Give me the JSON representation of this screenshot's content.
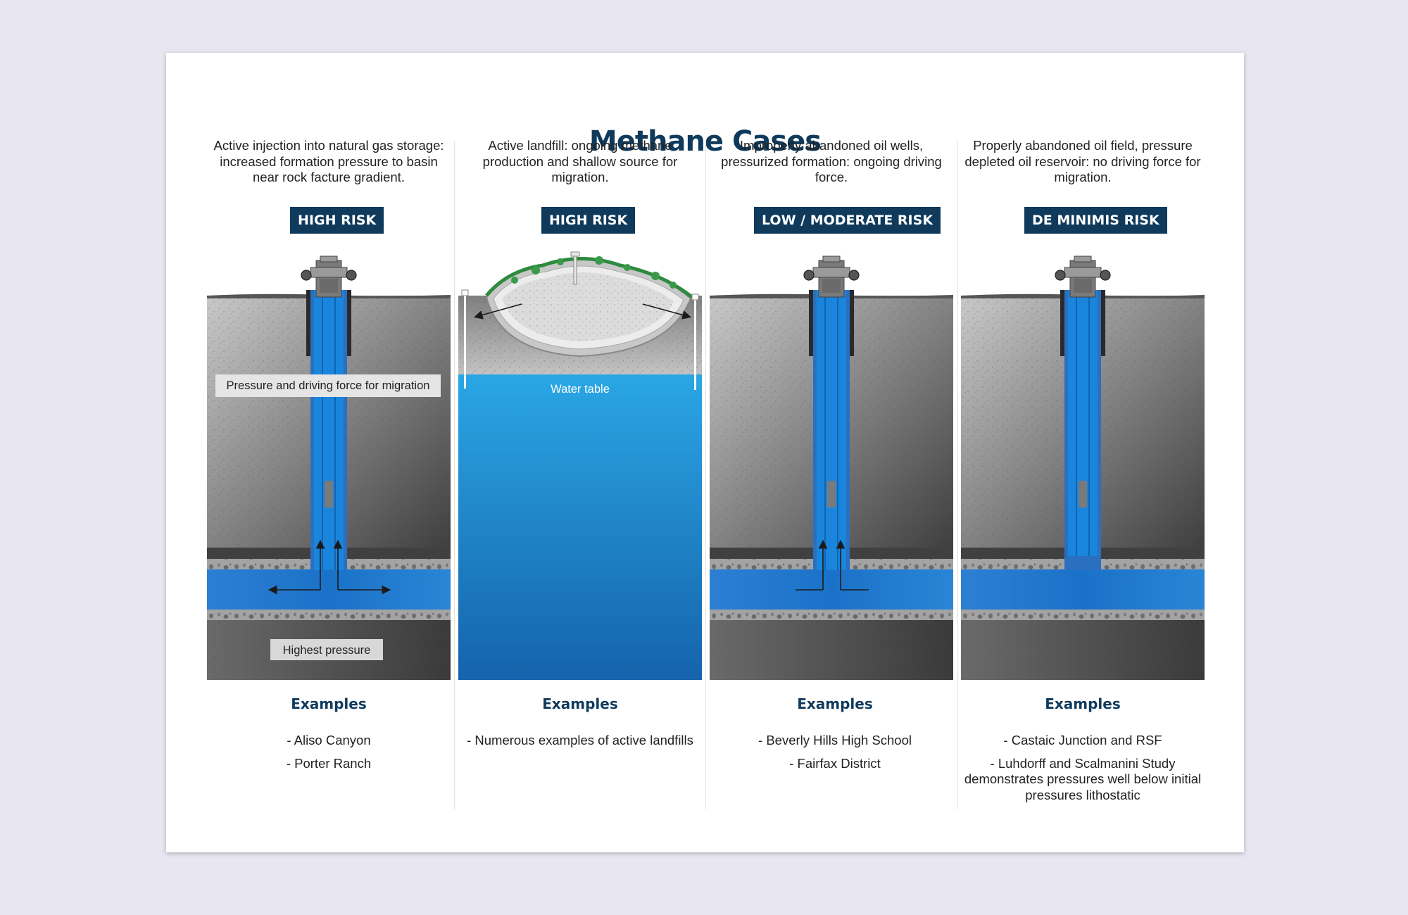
{
  "title": "Methane Cases",
  "examples_heading": "Examples",
  "columns": [
    {
      "description": "Active injection into natural gas storage: increased formation pressure to basin near rock facture gradient.",
      "risk": "HIGH RISK",
      "labels": [
        "Pressure and driving force for migration",
        "Highest pressure"
      ],
      "examples": [
        "- Aliso Canyon",
        "- Porter Ranch"
      ]
    },
    {
      "description": "Active landfill: ongoing methane production and shallow source for migration.",
      "risk": "HIGH RISK",
      "labels": [
        "Water table"
      ],
      "examples": [
        "- Numerous examples of active landfills"
      ]
    },
    {
      "description": "Improperly abandoned oil wells, pressurized formation: ongoing driving force.",
      "risk": "LOW / MODERATE RISK",
      "labels": [],
      "examples": [
        "- Beverly Hills High School",
        "- Fairfax District"
      ]
    },
    {
      "description": "Properly abandoned oil field, pressure depleted oil reservoir: no driving force for migration.",
      "risk": "DE MINIMIS RISK",
      "labels": [],
      "examples": [
        "- Castaic Junction and RSF",
        "- Luhdorff and Scalmanini Study demonstrates pressures well below initial pressures lithostatic"
      ]
    }
  ],
  "colors": {
    "navy": "#0f3a5c",
    "well_blue": "#1a7fd0",
    "water_top": "#2aa6e4",
    "water_bottom": "#1565b0"
  }
}
